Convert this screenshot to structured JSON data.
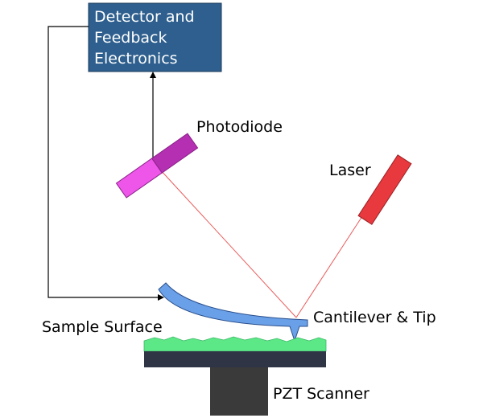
{
  "detector_box": {
    "lines": [
      "Detector and",
      "Feedback",
      "Electronics"
    ]
  },
  "labels": {
    "photodiode": "Photodiode",
    "laser": "Laser",
    "cantilever": "Cantilever & Tip",
    "sample_surface": "Sample Surface",
    "pzt_scanner": "PZT Scanner"
  },
  "colors": {
    "detector_fill": "#2e5f8e",
    "detector_border": "#1a3a5a",
    "photodiode_light": "#ee55e9",
    "photodiode_dark": "#b42fb2",
    "laser": "#e8393e",
    "beam": "#ea5a5a",
    "cantilever": "#6aa0e8",
    "sample": "#5de887",
    "stage": "#2f3545",
    "scanner": "#3a3a3a"
  }
}
